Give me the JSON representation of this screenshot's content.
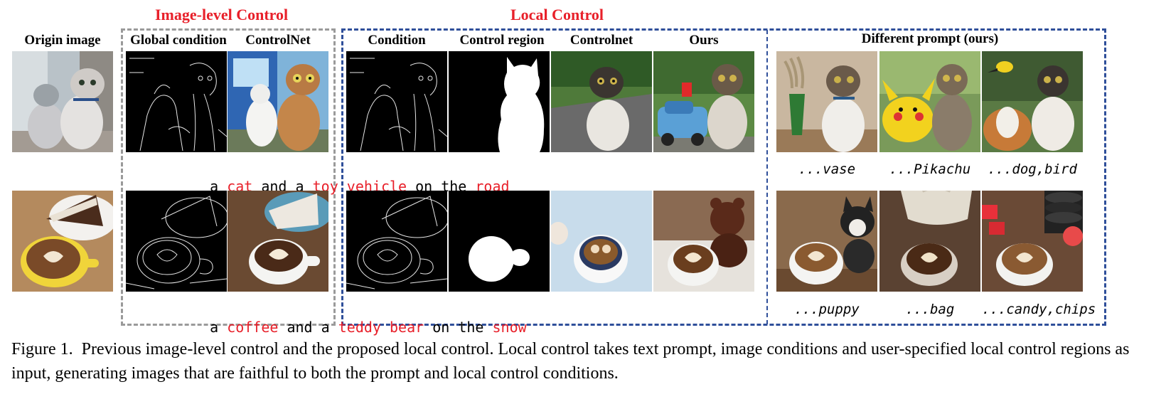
{
  "groups": {
    "image_level": "Image-level Control",
    "local": "Local Control"
  },
  "headers": {
    "origin": "Origin image",
    "global_condition": "Global condition",
    "controlnet": "ControlNet",
    "condition": "Condition",
    "control_region": "Control region",
    "controlnet_local": "Controlnet",
    "ours": "Ours",
    "different_prompt": "Different prompt (ours)"
  },
  "prompts": {
    "row1": [
      {
        "text": "a ",
        "color": "#000000"
      },
      {
        "text": "cat",
        "color": "#e8202a"
      },
      {
        "text": " and a ",
        "color": "#000000"
      },
      {
        "text": "toy vehicle",
        "color": "#e8202a"
      },
      {
        "text": " on the ",
        "color": "#000000"
      },
      {
        "text": "road",
        "color": "#e8202a"
      }
    ],
    "row2": [
      {
        "text": "a ",
        "color": "#000000"
      },
      {
        "text": "coffee",
        "color": "#e8202a"
      },
      {
        "text": " and a ",
        "color": "#000000"
      },
      {
        "text": "teddy bear",
        "color": "#e8202a"
      },
      {
        "text": " on the ",
        "color": "#000000"
      },
      {
        "text": "snow",
        "color": "#e8202a"
      }
    ]
  },
  "variants": {
    "row1": [
      "...vase",
      "...Pikachu",
      "...dog,bird"
    ],
    "row2": [
      "...puppy",
      "...bag",
      "...candy,chips"
    ]
  },
  "caption": {
    "label": "Figure 1.",
    "text": "Previous image-level control and the proposed local control. Local control takes text prompt, image conditions and user-specified local control regions as input, generating images that are faithful to both the prompt and local control conditions."
  },
  "colors": {
    "accent_red": "#e8202a",
    "gray_box": "#9a9a9a",
    "blue_box": "#2f4f9a"
  }
}
